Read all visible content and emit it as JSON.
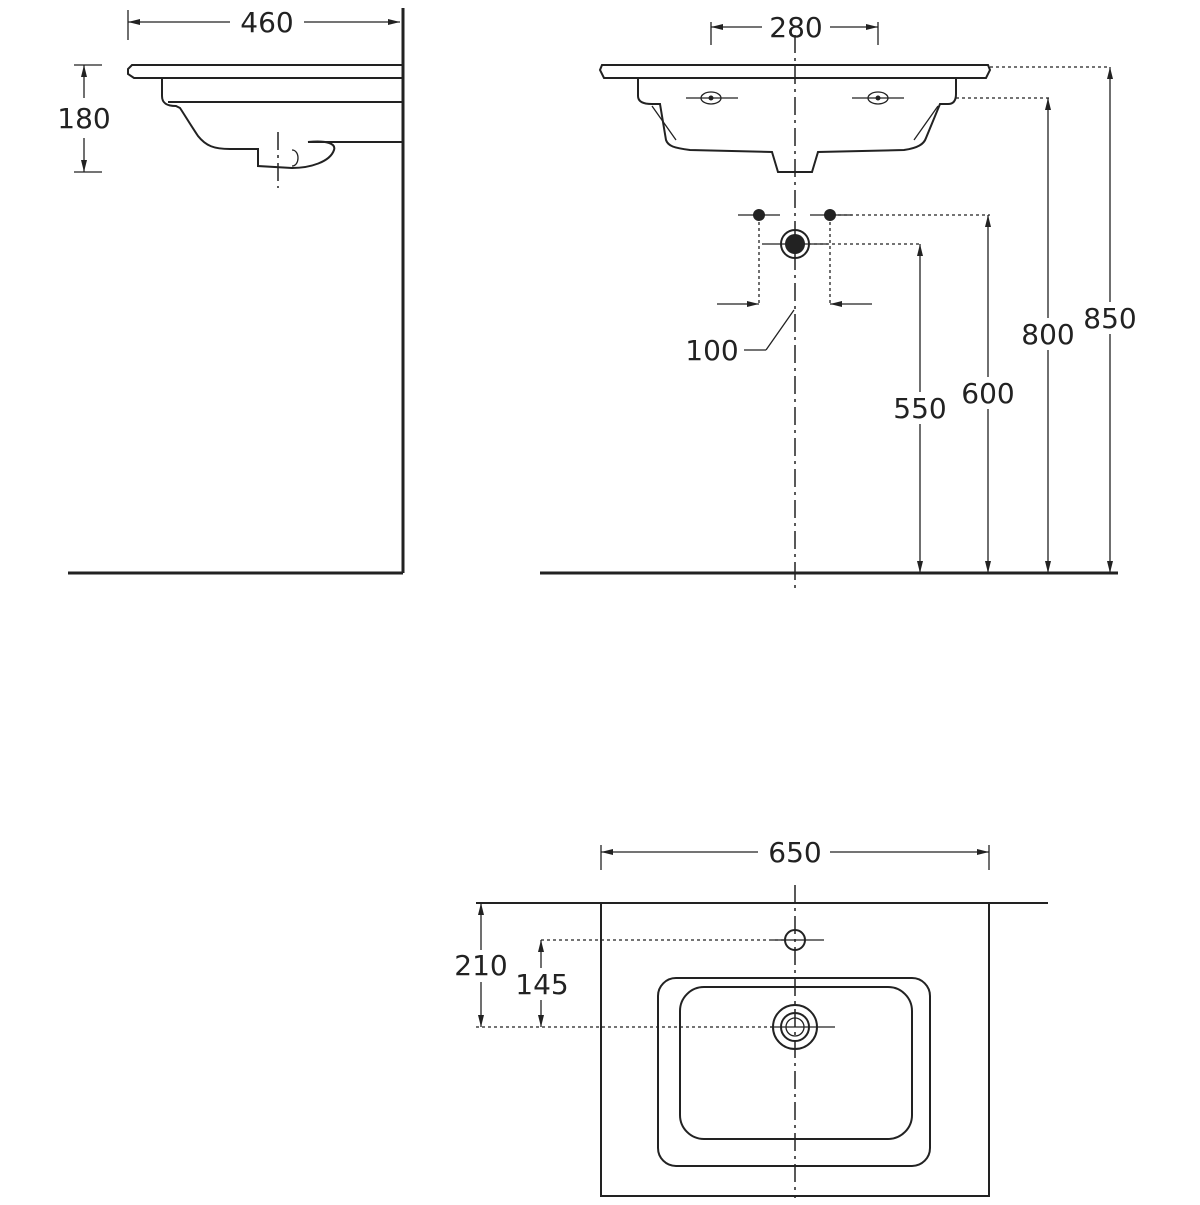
{
  "dimensions": {
    "side_depth": "460",
    "side_height": "180",
    "tap_spacing": "280",
    "supply_spacing": "100",
    "drain_height": "550",
    "supply_height": "600",
    "rim_height": "800",
    "top_height": "850",
    "width": "650",
    "tap_hole_offset": "210",
    "drain_offset": "145"
  }
}
